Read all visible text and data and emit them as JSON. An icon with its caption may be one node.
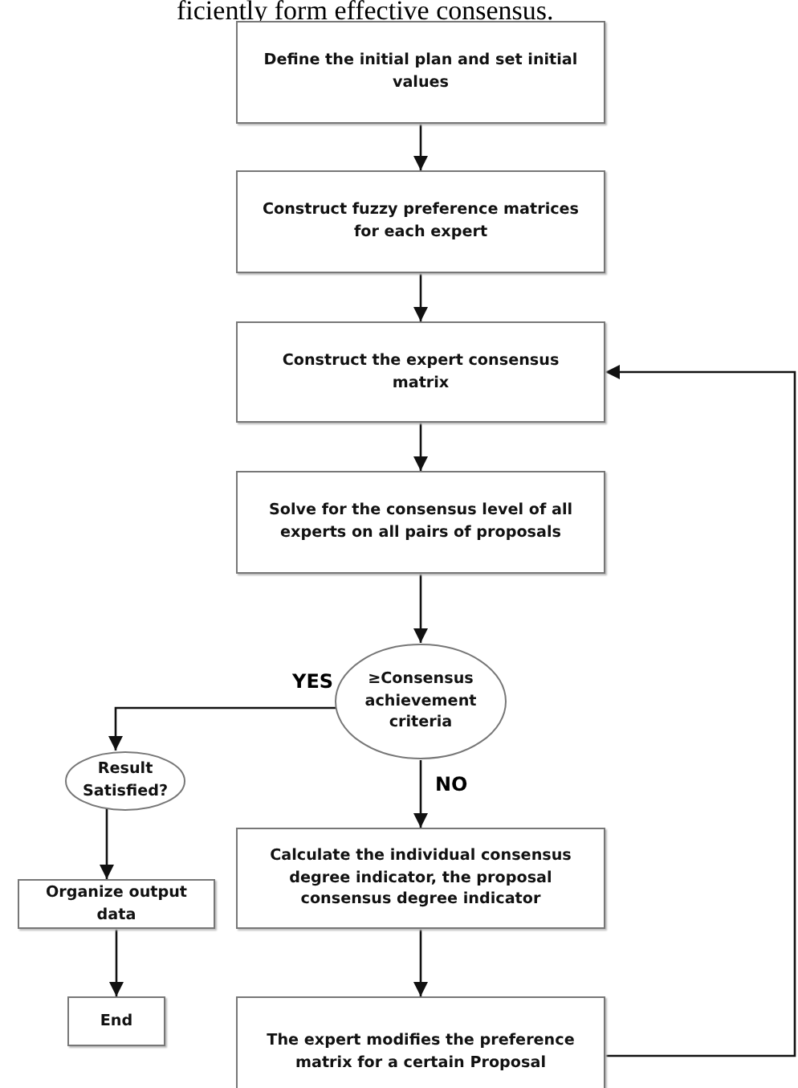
{
  "diagram": {
    "nodes": [
      {
        "text": [
          "Define the initial plan and set initial values"
        ]
      },
      {
        "text": [
          "Construct fuzzy preference matrices for each expert"
        ]
      },
      {
        "text": [
          "Construct the expert consensus matrix"
        ]
      },
      {
        "text": [
          "Solve for the consensus level of all experts on all pairs of proposals"
        ]
      },
      {
        "text": [
          "≥Consensus achievement criteria"
        ]
      },
      {
        "text": [
          "Calculate the individual consensus degree indicator, the proposal consensus degree indicator"
        ]
      },
      {
        "text": [
          "The expert modifies the preference matrix for a certain Proposal"
        ]
      },
      {
        "text": [
          "Result Satisfied?"
        ]
      },
      {
        "text": [
          "Organize output data"
        ]
      },
      {
        "text": [
          "End"
        ]
      }
    ],
    "edges": [
      {
        "from": 0,
        "to": 1,
        "arrow": "to"
      },
      {
        "from": 1,
        "to": 2,
        "arrow": "to"
      },
      {
        "from": 2,
        "to": 3,
        "arrow": "to"
      },
      {
        "from": 3,
        "to": 4,
        "arrow": "to"
      },
      {
        "from": 4,
        "to": 7,
        "arrow": "to",
        "label": "YES"
      },
      {
        "from": 4,
        "to": 5,
        "arrow": "to",
        "label": "NO"
      },
      {
        "from": 7,
        "to": 8,
        "arrow": "to"
      },
      {
        "from": 8,
        "to": 9,
        "arrow": "to"
      },
      {
        "from": 5,
        "to": 6,
        "arrow": "to"
      },
      {
        "from": 6,
        "to": 2,
        "arrow": "to"
      }
    ],
    "labels": [
      "ficiently form effective consensus."
    ]
  }
}
